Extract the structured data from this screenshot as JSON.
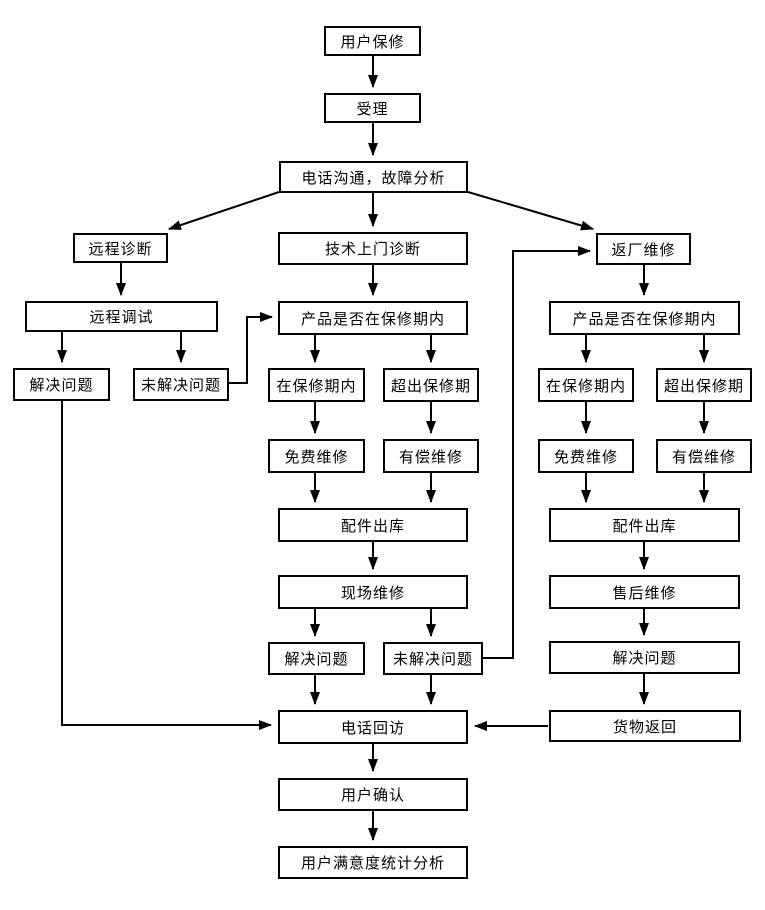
{
  "diagram": {
    "background_color": "#ffffff",
    "line_color": "#000000",
    "box_fill_color": "#ffffff",
    "box_border_color": "#000000"
  },
  "nodes": {
    "user_warranty": {
      "label": "用户保修"
    },
    "accept": {
      "label": "受理"
    },
    "phone_fault_analysis": {
      "label": "电话沟通，故障分析"
    },
    "remote_diagnosis": {
      "label": "远程诊断"
    },
    "remote_debug": {
      "label": "远程调试"
    },
    "solved_left": {
      "label": "解决问题"
    },
    "unsolved_left": {
      "label": "未解决问题"
    },
    "onsite_diagnosis": {
      "label": "技术上门诊断"
    },
    "warranty_check_mid": {
      "label": "产品是否在保修期内"
    },
    "in_warranty_mid": {
      "label": "在保修期内"
    },
    "out_warranty_mid": {
      "label": "超出保修期"
    },
    "free_repair_mid": {
      "label": "免费维修"
    },
    "paid_repair_mid": {
      "label": "有偿维修"
    },
    "parts_out_mid": {
      "label": "配件出库"
    },
    "onsite_repair": {
      "label": "现场维修"
    },
    "solved_mid": {
      "label": "解决问题"
    },
    "unsolved_mid": {
      "label": "未解决问题"
    },
    "phone_followup": {
      "label": "电话回访"
    },
    "user_confirm": {
      "label": "用户确认"
    },
    "satisfaction_analysis": {
      "label": "用户满意度统计分析"
    },
    "factory_repair": {
      "label": "返厂维修"
    },
    "warranty_check_right": {
      "label": "产品是否在保修期内"
    },
    "in_warranty_right": {
      "label": "在保修期内"
    },
    "out_warranty_right": {
      "label": "超出保修期"
    },
    "free_repair_right": {
      "label": "免费维修"
    },
    "paid_repair_right": {
      "label": "有偿维修"
    },
    "parts_out_right": {
      "label": "配件出库"
    },
    "aftersale_repair": {
      "label": "售后维修"
    },
    "solved_right": {
      "label": "解决问题"
    },
    "goods_return": {
      "label": "货物返回"
    }
  },
  "edges": [
    {
      "from": "user_warranty",
      "to": "accept"
    },
    {
      "from": "accept",
      "to": "phone_fault_analysis"
    },
    {
      "from": "phone_fault_analysis",
      "to": "remote_diagnosis"
    },
    {
      "from": "phone_fault_analysis",
      "to": "onsite_diagnosis"
    },
    {
      "from": "phone_fault_analysis",
      "to": "factory_repair"
    },
    {
      "from": "remote_diagnosis",
      "to": "remote_debug"
    },
    {
      "from": "remote_debug",
      "to": "solved_left"
    },
    {
      "from": "remote_debug",
      "to": "unsolved_left"
    },
    {
      "from": "unsolved_left",
      "to": "warranty_check_mid"
    },
    {
      "from": "onsite_diagnosis",
      "to": "warranty_check_mid"
    },
    {
      "from": "warranty_check_mid",
      "to": "in_warranty_mid"
    },
    {
      "from": "warranty_check_mid",
      "to": "out_warranty_mid"
    },
    {
      "from": "in_warranty_mid",
      "to": "free_repair_mid"
    },
    {
      "from": "out_warranty_mid",
      "to": "paid_repair_mid"
    },
    {
      "from": "free_repair_mid",
      "to": "parts_out_mid"
    },
    {
      "from": "paid_repair_mid",
      "to": "parts_out_mid"
    },
    {
      "from": "parts_out_mid",
      "to": "onsite_repair"
    },
    {
      "from": "onsite_repair",
      "to": "solved_mid"
    },
    {
      "from": "onsite_repair",
      "to": "unsolved_mid"
    },
    {
      "from": "solved_mid",
      "to": "phone_followup"
    },
    {
      "from": "unsolved_mid",
      "to": "phone_followup"
    },
    {
      "from": "unsolved_mid",
      "to": "factory_repair"
    },
    {
      "from": "factory_repair",
      "to": "warranty_check_right"
    },
    {
      "from": "warranty_check_right",
      "to": "in_warranty_right"
    },
    {
      "from": "warranty_check_right",
      "to": "out_warranty_right"
    },
    {
      "from": "in_warranty_right",
      "to": "free_repair_right"
    },
    {
      "from": "out_warranty_right",
      "to": "paid_repair_right"
    },
    {
      "from": "free_repair_right",
      "to": "parts_out_right"
    },
    {
      "from": "paid_repair_right",
      "to": "parts_out_right"
    },
    {
      "from": "parts_out_right",
      "to": "aftersale_repair"
    },
    {
      "from": "aftersale_repair",
      "to": "solved_right"
    },
    {
      "from": "solved_right",
      "to": "goods_return"
    },
    {
      "from": "goods_return",
      "to": "phone_followup"
    },
    {
      "from": "solved_left",
      "to": "phone_followup"
    },
    {
      "from": "phone_followup",
      "to": "user_confirm"
    },
    {
      "from": "user_confirm",
      "to": "satisfaction_analysis"
    }
  ]
}
